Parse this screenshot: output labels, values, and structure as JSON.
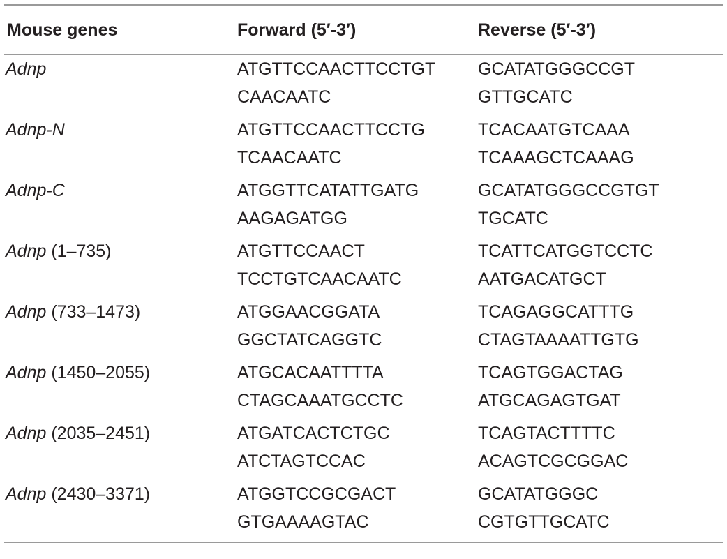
{
  "table": {
    "headers": [
      "Mouse genes",
      "Forward (5′-3′)",
      "Reverse (5′-3′)"
    ],
    "rows": [
      {
        "gene": "Adnp",
        "range": "",
        "forward": [
          "ATGTTCCAACTTCCTGT",
          "CAACAATC"
        ],
        "reverse": [
          "GCATATGGGCCGT",
          "GTTGCATC"
        ]
      },
      {
        "gene": "Adnp-N",
        "range": "",
        "forward": [
          "ATGTTCCAACTTCCTG",
          "TCAACAATC"
        ],
        "reverse": [
          "TCACAATGTCAAA",
          "TCAAAGCTCAAAG"
        ]
      },
      {
        "gene": "Adnp-C",
        "range": "",
        "forward": [
          "ATGGTTCATATTGATG",
          "AAGAGATGG"
        ],
        "reverse": [
          "GCATATGGGCCGTGT",
          "TGCATC"
        ]
      },
      {
        "gene": "Adnp",
        "range": " (1–735)",
        "forward": [
          "ATGTTCCAACT",
          "TCCTGTCAACAATC"
        ],
        "reverse": [
          "TCATTCATGGTCCTC",
          "AATGACATGCT"
        ]
      },
      {
        "gene": "Adnp",
        "range": " (733–1473)",
        "forward": [
          "ATGGAACGGATA",
          "GGCTATCAGGTC"
        ],
        "reverse": [
          "TCAGAGGCATTTG",
          "CTAGTAAAATTGTG"
        ]
      },
      {
        "gene": "Adnp",
        "range": " (1450–2055)",
        "forward": [
          "ATGCACAATTTTA",
          "CTAGCAAATGCCTC"
        ],
        "reverse": [
          "TCAGTGGACTAG",
          "ATGCAGAGTGAT"
        ]
      },
      {
        "gene": "Adnp",
        "range": " (2035–2451)",
        "forward": [
          "ATGATCACTCTGC",
          "ATCTAGTCCAC"
        ],
        "reverse": [
          "TCAGTACTTTTC",
          "ACAGTCGCGGAC"
        ]
      },
      {
        "gene": "Adnp",
        "range": " (2430–3371)",
        "forward": [
          "ATGGTCCGCGACT",
          "GTGAAAAGTAC"
        ],
        "reverse": [
          "GCATATGGGC",
          "CGTGTTGCATC"
        ]
      }
    ]
  }
}
